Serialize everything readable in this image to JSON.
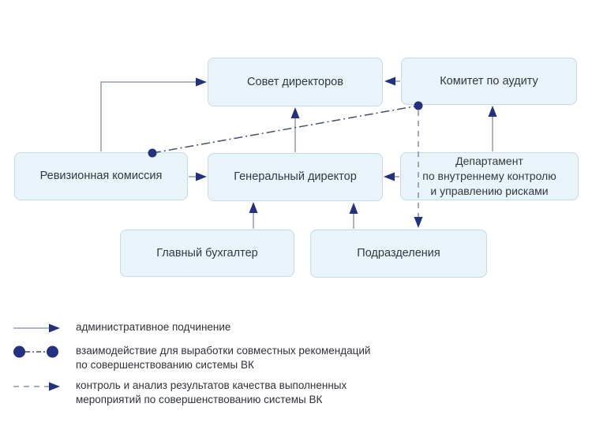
{
  "colors": {
    "bg": "#ffffff",
    "box_fill": "#e8f3fa",
    "box_border": "#c5d9e6",
    "box_text": "#34383e",
    "legend_text": "#2e3238",
    "line": "#7e89a3",
    "navy": "#233180",
    "dashdot": "#454f68",
    "dashed": "#8893ad"
  },
  "diagram": {
    "nodes": {
      "sovet": {
        "label": "Совет директоров"
      },
      "komitet": {
        "label": "Комитет по аудиту"
      },
      "reviz": {
        "label": "Ревизионная комиссия"
      },
      "gendir": {
        "label": "Генеральный директор"
      },
      "depart": {
        "lines": [
          "Департамент",
          "по внутреннему контролю",
          "и управлению рисками"
        ]
      },
      "glavbuh": {
        "label": "Главный бухгалтер"
      },
      "podraz": {
        "label": "Подразделения"
      }
    },
    "edges": [
      {
        "from": "reviz",
        "to": "sovet",
        "type": "solid-arrow"
      },
      {
        "from": "komitet",
        "to": "sovet",
        "type": "solid-arrow"
      },
      {
        "from": "gendir",
        "to": "sovet",
        "type": "solid-arrow"
      },
      {
        "from": "reviz",
        "to": "gendir",
        "type": "solid-arrow"
      },
      {
        "from": "depart",
        "to": "gendir",
        "type": "solid-arrow"
      },
      {
        "from": "depart",
        "to": "komitet",
        "type": "solid-arrow"
      },
      {
        "from": "glavbuh",
        "to": "gendir",
        "type": "solid-arrow"
      },
      {
        "from": "podraz",
        "to": "gendir",
        "type": "solid-arrow"
      },
      {
        "from": "reviz",
        "to": "komitet",
        "type": "dot-dashdot-dot"
      },
      {
        "from": "komitet",
        "to": "podraz",
        "type": "dashed-arrow"
      }
    ]
  },
  "legend": {
    "items": [
      {
        "symbol": "solid-arrow",
        "lines": [
          "административное подчинение"
        ]
      },
      {
        "symbol": "dot-dashdot-dot",
        "lines": [
          "взаимодействие для выработки совместных рекомендаций",
          "по совершенствованию системы ВК"
        ]
      },
      {
        "symbol": "dashed-arrow",
        "lines": [
          "контроль и анализ результатов качества выполненных",
          "мероприятий по совершенствованию системы ВК"
        ]
      }
    ]
  }
}
